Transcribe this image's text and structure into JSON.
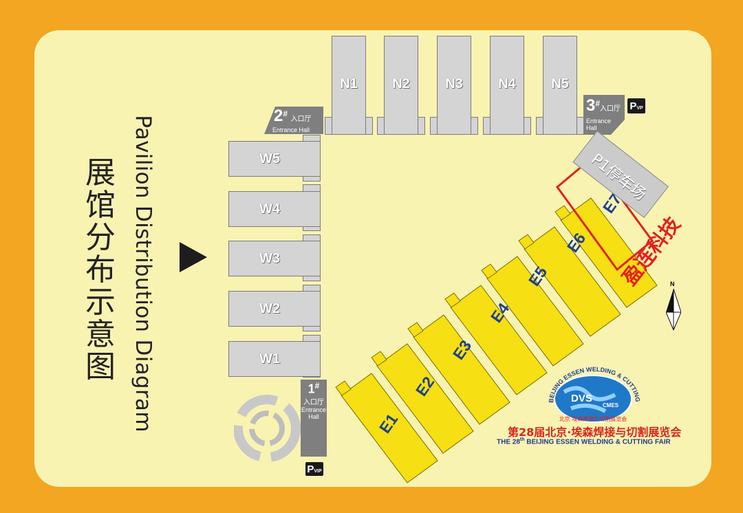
{
  "title": {
    "cn": "展馆分布示意图",
    "en": "Pavilion Distribution Diagram"
  },
  "halls_north": [
    "N1",
    "N2",
    "N3",
    "N4",
    "N5"
  ],
  "halls_west": [
    "W5",
    "W4",
    "W3",
    "W2",
    "W1"
  ],
  "halls_east": [
    "E1",
    "E2",
    "E3",
    "E4",
    "E5",
    "E6",
    "E7"
  ],
  "entrances": [
    {
      "num": "1",
      "sup": "#",
      "cn": "入口厅",
      "en1": "Entrance",
      "en2": "Hall"
    },
    {
      "num": "2",
      "sup": "#",
      "cn": "入口厅",
      "en1": "Entrance Hall"
    },
    {
      "num": "3",
      "sup": "#",
      "cn": "入口厅",
      "en1": "Entrance",
      "en2": "Hall"
    }
  ],
  "parking": {
    "p1": "P1停车场",
    "vip": "P",
    "vip_sub": "VIP",
    "vip2_sub": "VP"
  },
  "highlight": {
    "label": "盈连科技",
    "color": "#e4201c"
  },
  "compass": {
    "label": "N"
  },
  "logo": {
    "ring_top": "BEIJING ESSEN WELDING & CUTTING",
    "ring_bottom": "北京·埃森焊接与切割展览会",
    "dvs": "DVS",
    "cmes": "CMES"
  },
  "fair": {
    "cn": "第28届北京·埃森焊接与切割展览会",
    "en_pre": "THE 28",
    "en_sup": "th",
    "en_post": " BEIJING ESSEN WELDING & CUTTING FAIR"
  },
  "colors": {
    "background": "#f2a622",
    "board": "#f9f3b2",
    "hall_grey": "#d4d4d4",
    "hall_yellow": "#f6df12",
    "label_blue": "#1e3f8f"
  }
}
